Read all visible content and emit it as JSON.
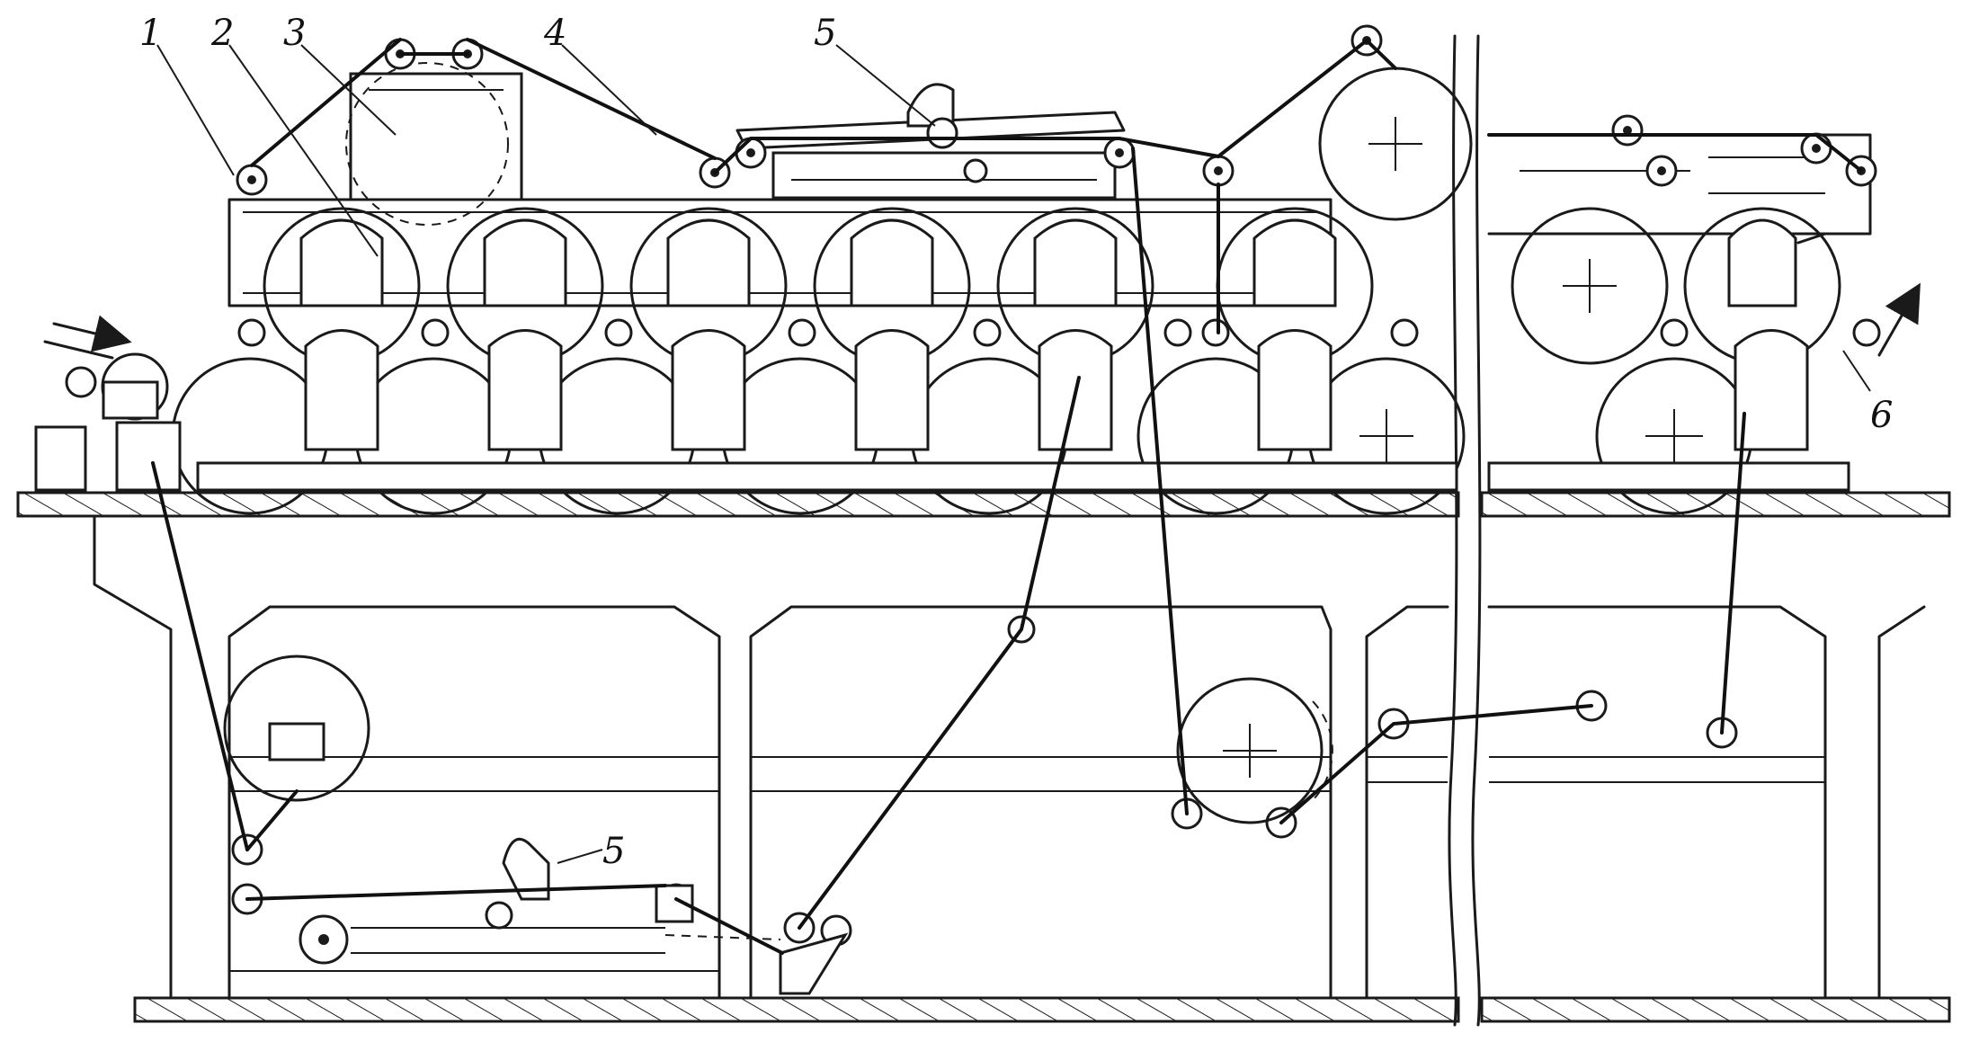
{
  "labels": {
    "l1": "1",
    "l2": "2",
    "l3": "3",
    "l4": "4",
    "l5_top": "5",
    "l5_bottom": "5",
    "l6": "6"
  },
  "colors": {
    "ink": "#1a1a1a",
    "paper": "#ffffff"
  },
  "icons": {
    "feed_arrow": "arrow-right-icon",
    "exit_arrow": "arrow-up-right-icon"
  }
}
